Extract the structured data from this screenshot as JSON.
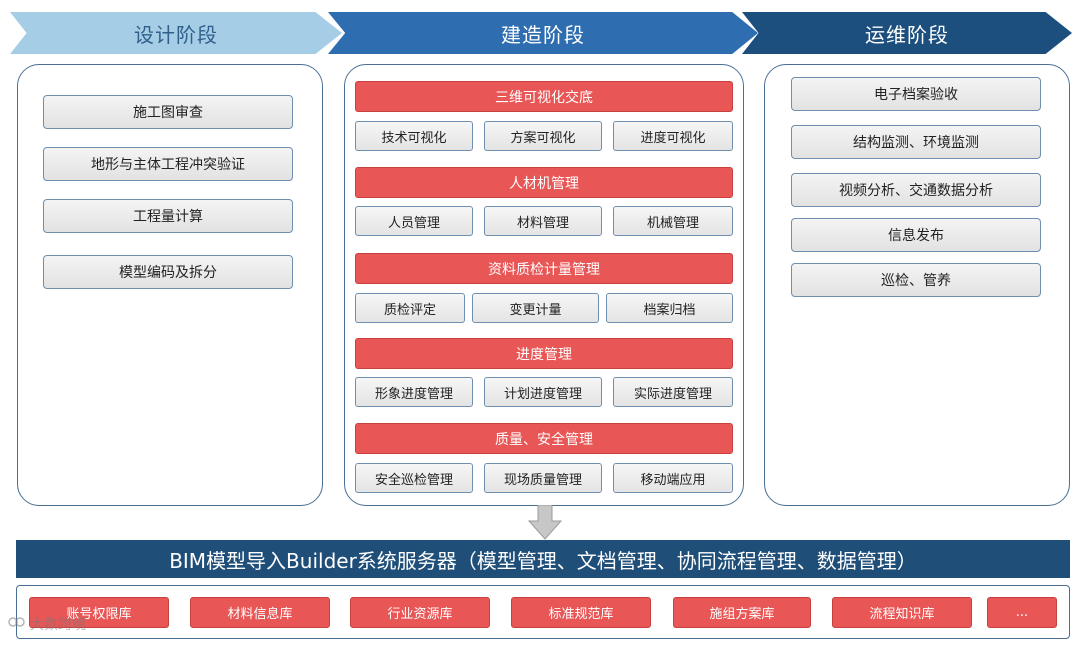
{
  "stages": {
    "design": "设计阶段",
    "build": "建造阶段",
    "operate": "运维阶段"
  },
  "design_items": [
    "施工图审查",
    "地形与主体工程冲突验证",
    "工程量计算",
    "模型编码及拆分"
  ],
  "build_groups": [
    {
      "title": "三维可视化交底",
      "subs": [
        "技术可视化",
        "方案可视化",
        "进度可视化"
      ]
    },
    {
      "title": "人材机管理",
      "subs": [
        "人员管理",
        "材料管理",
        "机械管理"
      ]
    },
    {
      "title": "资料质检计量管理",
      "subs": [
        "质检评定",
        "变更计量",
        "档案归档"
      ]
    },
    {
      "title": "进度管理",
      "subs": [
        "形象进度管理",
        "计划进度管理",
        "实际进度管理"
      ]
    },
    {
      "title": "质量、安全管理",
      "subs": [
        "安全巡检管理",
        "现场质量管理",
        "移动端应用"
      ]
    }
  ],
  "operate_items": [
    "电子档案验收",
    "结构监测、环境监测",
    "视频分析、交通数据分析",
    "信息发布",
    "巡检、管养"
  ],
  "server": "BIM模型导入Builder系统服务器（模型管理、文档管理、协同流程管理、数据管理）",
  "libraries": [
    "账号权限库",
    "材料信息库",
    "行业资源库",
    "标准规范库",
    "施组方案库",
    "流程知识库",
    "..."
  ],
  "watermark": "大数跨境",
  "colors": {
    "red": "#e85656",
    "navy": "#1f4e79",
    "light_blue": "#a6cde6",
    "mid_blue": "#2d6db0"
  }
}
